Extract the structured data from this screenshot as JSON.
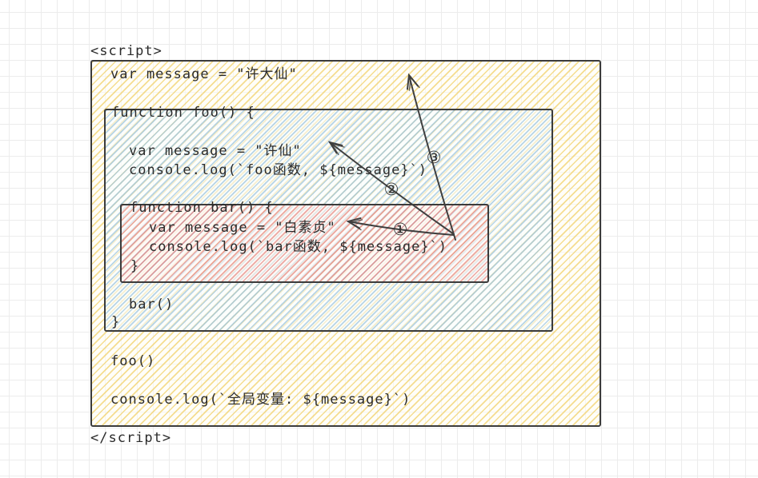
{
  "tags": {
    "open": "<script>",
    "close": "</script>"
  },
  "code": {
    "global_var": "var message = \"许大仙\"",
    "foo_header": "function foo() {",
    "foo_var": "var message = \"许仙\"",
    "foo_log": "console.log(`foo函数, ${message}`)",
    "bar_header": "function bar() {",
    "bar_var": "var message = \"白素贞\"",
    "bar_log": "console.log(`bar函数, ${message}`)",
    "bar_close": "}",
    "bar_call": "bar()",
    "foo_close": "}",
    "foo_call": "foo()",
    "global_log": "console.log(`全局变量: ${message}`)"
  },
  "steps": {
    "one": "①",
    "two": "②",
    "three": "③"
  },
  "colors": {
    "global_scope_hatch": "#f3d77d",
    "foo_scope_hatch": "#a0c7e0",
    "bar_scope_hatch": "#e6847b",
    "box_border": "#3b3b3b",
    "arrow": "#3f3f3f",
    "text": "#2b2b2b",
    "grid": "#ececec"
  }
}
